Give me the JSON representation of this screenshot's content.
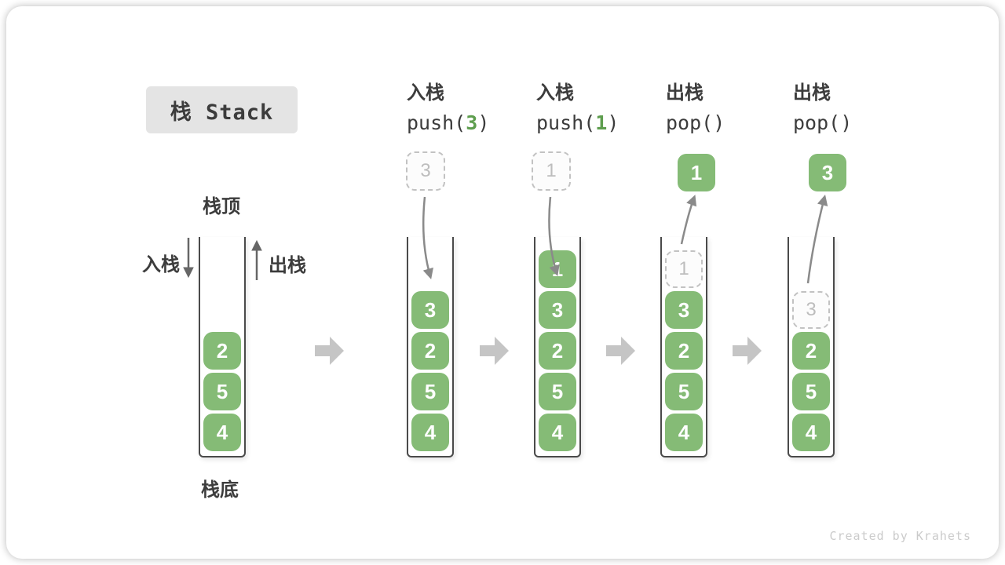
{
  "title": "栈 Stack",
  "watermark": "Created by Krahets",
  "colors": {
    "green": "#85BB76",
    "green_text": "#5E9E4E",
    "dark": "#3C3C3C",
    "ghost_border": "#C2C2C2",
    "ghost_bg": "#FCFCFC",
    "ghost_text": "#BDBDBD",
    "block_arrow": "#C5C5C5",
    "curve": "#8A8A8A",
    "small_arrow": "#666666",
    "wall": "#4A4A4A",
    "title_bg": "#E4E4E4",
    "watermark": "#CBCBCB"
  },
  "legend": {
    "stack_top": "栈顶",
    "stack_bottom": "栈底",
    "push": "入栈",
    "pop": "出栈"
  },
  "operations": [
    {
      "name": "入栈",
      "code_pre": "push(",
      "code_arg": "3",
      "code_post": ")"
    },
    {
      "name": "入栈",
      "code_pre": "push(",
      "code_arg": "1",
      "code_post": ")"
    },
    {
      "name": "出栈",
      "code_pre": "pop(",
      "code_arg": "",
      "code_post": ")"
    },
    {
      "name": "出栈",
      "code_pre": "pop(",
      "code_arg": "",
      "code_post": ")"
    }
  ],
  "floating_boxes": [
    {
      "value": "3",
      "style": "ghost",
      "meaning": "element being pushed"
    },
    {
      "value": "1",
      "style": "ghost",
      "meaning": "element being pushed"
    },
    {
      "value": "1",
      "style": "solid",
      "meaning": "element popped"
    },
    {
      "value": "3",
      "style": "solid",
      "meaning": "element popped"
    }
  ],
  "stacks": [
    {
      "cells": [
        {
          "value": "2",
          "ghost": false
        },
        {
          "value": "5",
          "ghost": false
        },
        {
          "value": "4",
          "ghost": false
        }
      ]
    },
    {
      "cells": [
        {
          "value": "3",
          "ghost": false
        },
        {
          "value": "2",
          "ghost": false
        },
        {
          "value": "5",
          "ghost": false
        },
        {
          "value": "4",
          "ghost": false
        }
      ]
    },
    {
      "cells": [
        {
          "value": "1",
          "ghost": false
        },
        {
          "value": "3",
          "ghost": false
        },
        {
          "value": "2",
          "ghost": false
        },
        {
          "value": "5",
          "ghost": false
        },
        {
          "value": "4",
          "ghost": false
        }
      ]
    },
    {
      "cells": [
        {
          "value": "1",
          "ghost": true
        },
        {
          "value": "3",
          "ghost": false
        },
        {
          "value": "2",
          "ghost": false
        },
        {
          "value": "5",
          "ghost": false
        },
        {
          "value": "4",
          "ghost": false
        }
      ]
    },
    {
      "cells": [
        {
          "value": "3",
          "ghost": true
        },
        {
          "value": "2",
          "ghost": false
        },
        {
          "value": "5",
          "ghost": false
        },
        {
          "value": "4",
          "ghost": false
        }
      ]
    }
  ]
}
